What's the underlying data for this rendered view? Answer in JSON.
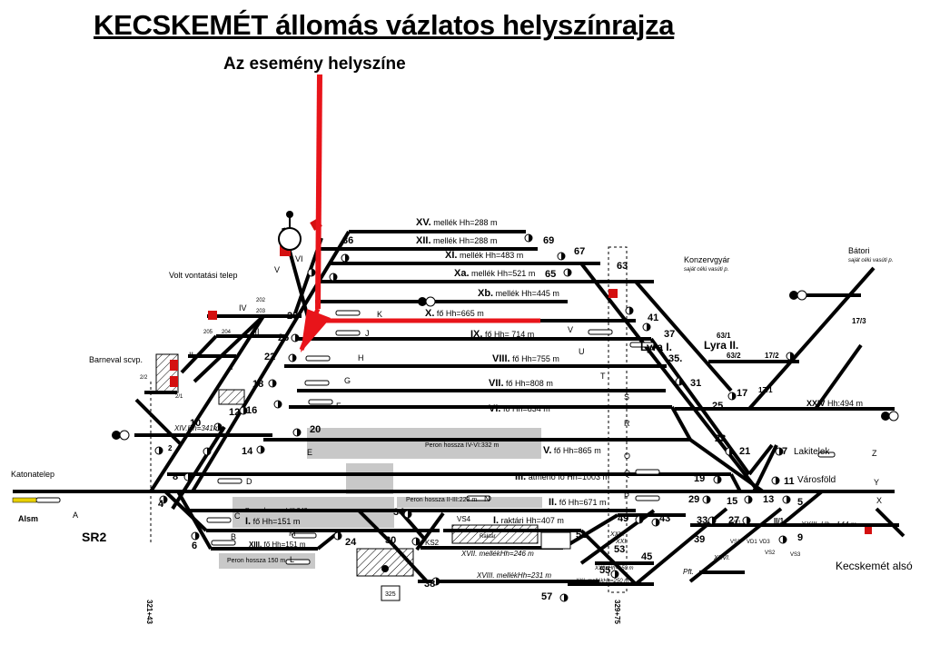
{
  "title": "KECSKEMÉT állomás vázlatos helyszínrajza",
  "subtitle": "Az esemény helyszíne",
  "places": {
    "vontatasi": "Volt vontatási telep",
    "barneval": "Barneval scvp.",
    "katonatelep": "Katonatelep",
    "alsm": "Alsm",
    "sr2": "SR2",
    "konzervgyar": "Konzervgyár",
    "konzervgyar_sub": "saját célú vasúti p.",
    "batori": "Bátori",
    "batori_sub": "saját célú vasúti p.",
    "lyra1": "Lyra I.",
    "lyra2": "Lyra II.",
    "lakitelek": "Lakitelek",
    "varosfold": "Városföld",
    "kecskemet_also": "Kecskemét alsó",
    "pft": "Pft.",
    "raktar": "Raktár"
  },
  "tracks": [
    {
      "roman": "XV.",
      "rest": "mellék Hh=288 m"
    },
    {
      "roman": "XII.",
      "rest": "mellék Hh=288 m"
    },
    {
      "roman": "XI.",
      "rest": "mellék Hh=483 m"
    },
    {
      "roman": "Xa.",
      "rest": "mellék Hh=521 m"
    },
    {
      "roman": "Xb.",
      "rest": "mellék Hh=445 m"
    },
    {
      "roman": "X.",
      "rest": "fő Hh=665 m"
    },
    {
      "roman": "IX.",
      "rest": "fő Hh= 714 m"
    },
    {
      "roman": "VIII.",
      "rest": "fő Hh=755 m"
    },
    {
      "roman": "VII.",
      "rest": "fő Hh=808 m"
    },
    {
      "roman": "VI.",
      "rest": "fő Hh=834 m"
    },
    {
      "roman": "V.",
      "rest": "fő Hh=865 m"
    },
    {
      "roman": "III.",
      "rest": "átmenő fő Hh=1003 m"
    },
    {
      "roman": "II.",
      "rest": "fő Hh=671 m"
    },
    {
      "roman": "I.",
      "rest": "fő Hh=151 m"
    },
    {
      "roman": "XIII.",
      "rest": "fő Hh=151 m"
    },
    {
      "roman": "I.",
      "rest": "raktári Hh=407 m"
    },
    {
      "roman": "XVII.",
      "rest": "mellékHh=246 m"
    },
    {
      "roman": "XVIII.",
      "rest": "mellékHh=231 m"
    },
    {
      "roman": "XXI.",
      "rest": "mellékHh=250 m"
    },
    {
      "roman": "XXII.",
      "rest": "Hh=150 m"
    },
    {
      "roman": "XXIII.",
      "rest": "Hh= 144 m"
    },
    {
      "roman": "XXIV",
      "rest": "Hh:494 m"
    },
    {
      "roman": "XIV.",
      "rest": "Hh=341m"
    }
  ],
  "platforms": [
    "Peron hossza IV-VI:332 m",
    "Peron hossza I-III:242 m",
    "Peron hossza II-III:223 m",
    "Peron hossza 150 m"
  ],
  "switch_numbers": [
    "36",
    "69",
    "67",
    "63",
    "65",
    "41",
    "37",
    "35.",
    "31",
    "25",
    "17",
    "17/1",
    "17/2",
    "63/1",
    "63/2",
    "17/3",
    "28",
    "26",
    "22",
    "18",
    "16",
    "12",
    "10",
    "14",
    "20",
    "8",
    "4",
    "6",
    "2",
    "19",
    "21",
    "23",
    "7",
    "11",
    "5",
    "13",
    "15",
    "27",
    "29",
    "33",
    "39",
    "49",
    "43",
    "45",
    "53",
    "55",
    "51",
    "57",
    "38",
    "30",
    "24",
    "34",
    "9",
    "II/1"
  ],
  "signal_letters": [
    "K",
    "J",
    "H",
    "G",
    "F",
    "E",
    "D",
    "C",
    "B",
    "M",
    "L",
    "N",
    "U",
    "T",
    "S",
    "R",
    "Q",
    "P",
    "O",
    "V",
    "X",
    "Y",
    "Z",
    "A"
  ],
  "small_labels": [
    "IV",
    "III",
    "II",
    "I",
    "V",
    "VI",
    "202",
    "203",
    "204",
    "205",
    "2/2",
    "2/1",
    "VS4",
    "KS2",
    "VS3",
    "VS2",
    "VS1",
    "VD1",
    "VD3",
    "XXV.",
    "XXVI.",
    "XXI.",
    "325",
    "VI/1"
  ],
  "chainages": [
    "321+43",
    "329+75"
  ],
  "colors": {
    "track": "#000000",
    "marker": "#e8141a",
    "platform": "#c8c8c8",
    "signal_red": "#d41010"
  }
}
